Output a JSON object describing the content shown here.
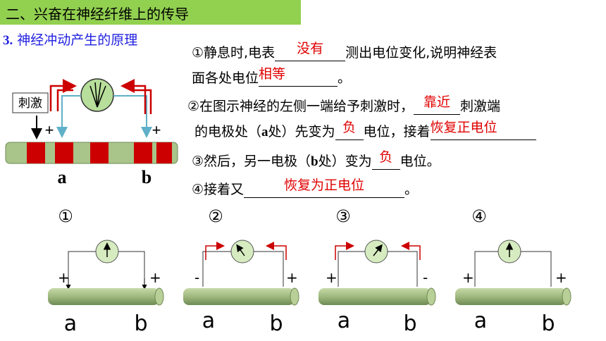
{
  "header": {
    "title": "二、兴奋在神经纤维上的传导"
  },
  "subtitle": {
    "num": "3.",
    "text": "神经冲动产生的原理"
  },
  "para1": {
    "pre": "①静息时,电表",
    "ans1": "没有",
    "mid": "测出电位变化,说明神经表",
    "line2_pre": "面各处电位",
    "ans2": "相等",
    "end": "。"
  },
  "para2": {
    "pre": "②在图示神经的左侧一端给予刺激时，",
    "ans1": "靠近",
    "post": "刺激端",
    "line2_pre": "的电极处（",
    "a": "a",
    "line2_mid": "处）先变为",
    "ans2": "负",
    "line2_mid2": "电位，接着",
    "ans3": "恢复正电位"
  },
  "para3": {
    "pre": "③然后，另一电极（",
    "b": "b",
    "mid": "处）变为",
    "ans": "负",
    "post": "电位。"
  },
  "para4": {
    "pre": "④接着又",
    "ans": "恢复为正电位",
    "end": "。"
  },
  "top_diagram": {
    "stimulus": "刺激",
    "plus_left": "+",
    "plus_right": "+",
    "label_a": "a",
    "label_b": "b"
  },
  "panels": [
    {
      "num": "①",
      "left_sign": "+",
      "right_sign": "+",
      "a": "a",
      "b": "b"
    },
    {
      "num": "②",
      "left_sign": "-",
      "right_sign": "+",
      "a": "a",
      "b": "b"
    },
    {
      "num": "③",
      "left_sign": "+",
      "right_sign": "-",
      "a": "a",
      "b": "b"
    },
    {
      "num": "④",
      "left_sign": "+",
      "right_sign": "+",
      "a": "a",
      "b": "b"
    }
  ],
  "colors": {
    "header_bg": "#92d050",
    "subtitle": "#1f1fe0",
    "answer": "#e00000",
    "nerve": "#a9c58a",
    "band": "#cc0000",
    "arrow": "#cc0000",
    "wire": "#5fb0c8"
  }
}
